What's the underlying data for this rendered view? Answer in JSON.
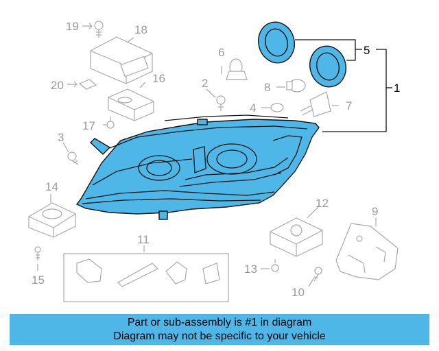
{
  "diagram": {
    "callouts": [
      {
        "id": "c1",
        "text": "1"
      },
      {
        "id": "c2",
        "text": "2"
      },
      {
        "id": "c3",
        "text": "3"
      },
      {
        "id": "c4",
        "text": "4"
      },
      {
        "id": "c5",
        "text": "5"
      },
      {
        "id": "c6",
        "text": "6"
      },
      {
        "id": "c7",
        "text": "7"
      },
      {
        "id": "c8",
        "text": "8"
      },
      {
        "id": "c9",
        "text": "9"
      },
      {
        "id": "c10",
        "text": "10"
      },
      {
        "id": "c11",
        "text": "11"
      },
      {
        "id": "c12",
        "text": "12"
      },
      {
        "id": "c13",
        "text": "13"
      },
      {
        "id": "c14",
        "text": "14"
      },
      {
        "id": "c15",
        "text": "15"
      },
      {
        "id": "c16",
        "text": "16"
      },
      {
        "id": "c17",
        "text": "17"
      },
      {
        "id": "c18",
        "text": "18"
      },
      {
        "id": "c19",
        "text": "19"
      },
      {
        "id": "c20",
        "text": "20"
      }
    ],
    "highlight_color": "#4fb6e8"
  },
  "banner": {
    "line1": "Part or sub-assembly is #1 in diagram",
    "line2": "Diagram may not be specific to your vehicle",
    "color": "#4fb6e8"
  }
}
